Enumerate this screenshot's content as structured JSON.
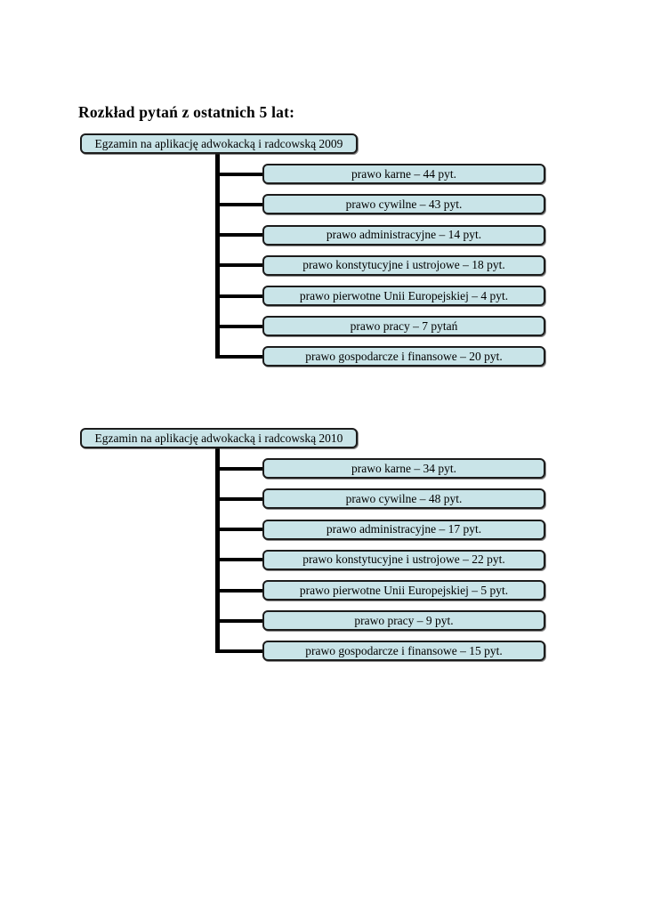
{
  "title": "Rozkład pytań z ostatnich 5 lat:",
  "diagram_type": "tree",
  "colors": {
    "box_fill": "#c9e4e8",
    "box_border": "#1c1c1c",
    "connector": "#000000",
    "page_background": "#ffffff",
    "text": "#000000"
  },
  "sections": [
    {
      "header": "Egzamin na aplikację adwokacką i radcowską 2009",
      "items": [
        "prawo karne – 44 pyt.",
        "prawo cywilne – 43 pyt.",
        "prawo administracyjne – 14 pyt.",
        "prawo konstytucyjne i ustrojowe – 18 pyt.",
        "prawo pierwotne Unii Europejskiej – 4 pyt.",
        "prawo pracy – 7 pytań",
        "prawo gospodarcze i finansowe – 20 pyt."
      ]
    },
    {
      "header": "Egzamin na aplikację adwokacką i radcowską 2010",
      "items": [
        "prawo karne – 34 pyt.",
        "prawo cywilne – 48 pyt.",
        "prawo administracyjne – 17 pyt.",
        "prawo konstytucyjne i ustrojowe – 22 pyt.",
        "prawo pierwotne Unii Europejskiej – 5 pyt.",
        "prawo pracy – 9 pyt.",
        "prawo gospodarcze i finansowe – 15 pyt."
      ]
    }
  ]
}
